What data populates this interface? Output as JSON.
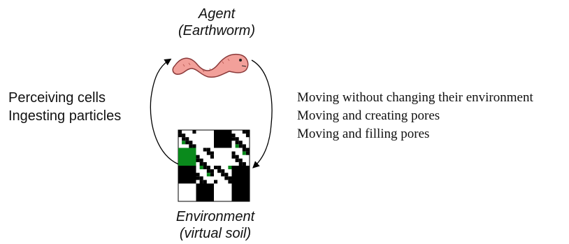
{
  "agent": {
    "title": "Agent",
    "subtitle": "(Earthworm)"
  },
  "environment": {
    "title": "Environment",
    "subtitle": "(virtual soil)"
  },
  "agent_actions": [
    "Perceiving cells",
    "Ingesting particles"
  ],
  "environment_effects": [
    "Moving without changing their environment",
    "Moving and creating pores",
    "Moving and filling pores"
  ],
  "colors": {
    "worm": "#f2a09a",
    "worm_outline": "#8a3a3a",
    "soil_black": "#000000",
    "soil_green": "#0a8a1c",
    "arrow": "#000000"
  },
  "icons": {
    "agent": "earthworm-icon",
    "environment": "virtual-soil-grid"
  }
}
